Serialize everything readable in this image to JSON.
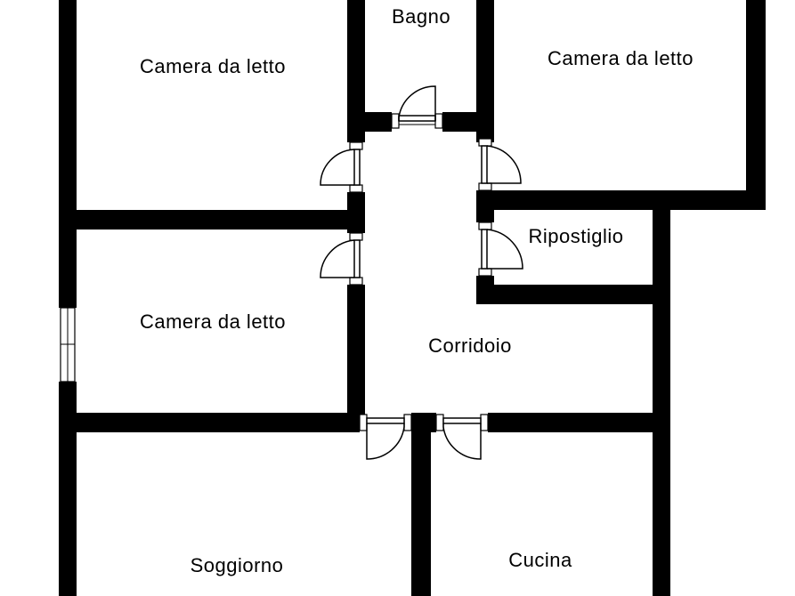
{
  "rooms": [
    {
      "id": "bedroom-1",
      "label": "Camera da letto"
    },
    {
      "id": "bathroom",
      "label": "Bagno"
    },
    {
      "id": "bedroom-2",
      "label": "Camera da letto"
    },
    {
      "id": "storage",
      "label": "Ripostiglio"
    },
    {
      "id": "bedroom-3",
      "label": "Camera da letto"
    },
    {
      "id": "hallway",
      "label": "Corridoio"
    },
    {
      "id": "living-room",
      "label": "Soggiorno"
    },
    {
      "id": "kitchen",
      "label": "Cucina"
    }
  ],
  "colors": {
    "wall": "#000000",
    "background": "#ffffff"
  }
}
